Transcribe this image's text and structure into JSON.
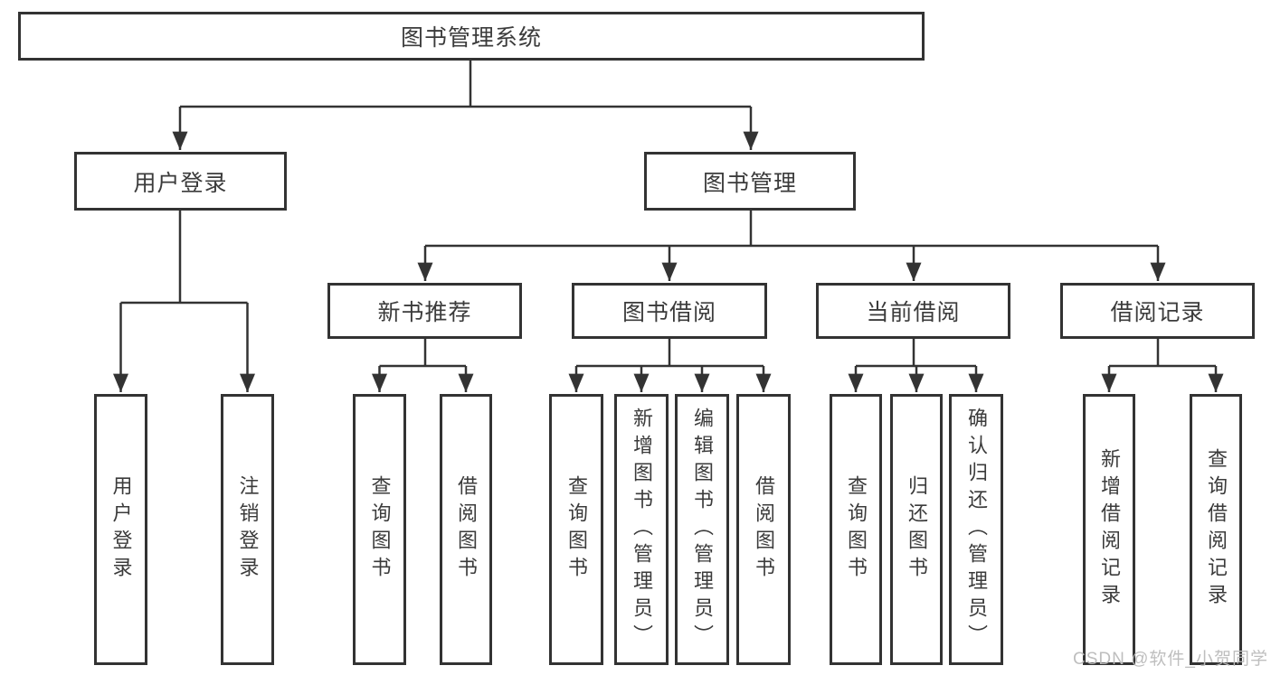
{
  "diagram": {
    "root": {
      "label": "图书管理系统"
    },
    "level2": [
      {
        "label": "用户登录"
      },
      {
        "label": "图书管理"
      }
    ],
    "level3": [
      {
        "label": "新书推荐"
      },
      {
        "label": "图书借阅"
      },
      {
        "label": "当前借阅"
      },
      {
        "label": "借阅记录"
      }
    ],
    "leaves": [
      {
        "label": "用户登录"
      },
      {
        "label": "注销登录"
      },
      {
        "label": "查询图书"
      },
      {
        "label": "借阅图书"
      },
      {
        "label": "查询图书"
      },
      {
        "label": "新增图书（管理员）"
      },
      {
        "label": "编辑图书（管理员）"
      },
      {
        "label": "借阅图书"
      },
      {
        "label": "查询图书"
      },
      {
        "label": "归还图书"
      },
      {
        "label": "确认归还（管理员）"
      },
      {
        "label": "新增借阅记录"
      },
      {
        "label": "查询借阅记录"
      }
    ],
    "colors": {
      "line": "#333333",
      "text": "#3b3b3b",
      "background": "#ffffff",
      "watermark": "#bababa"
    }
  },
  "watermark": {
    "text": "CSDN @软件_小贺同学"
  }
}
